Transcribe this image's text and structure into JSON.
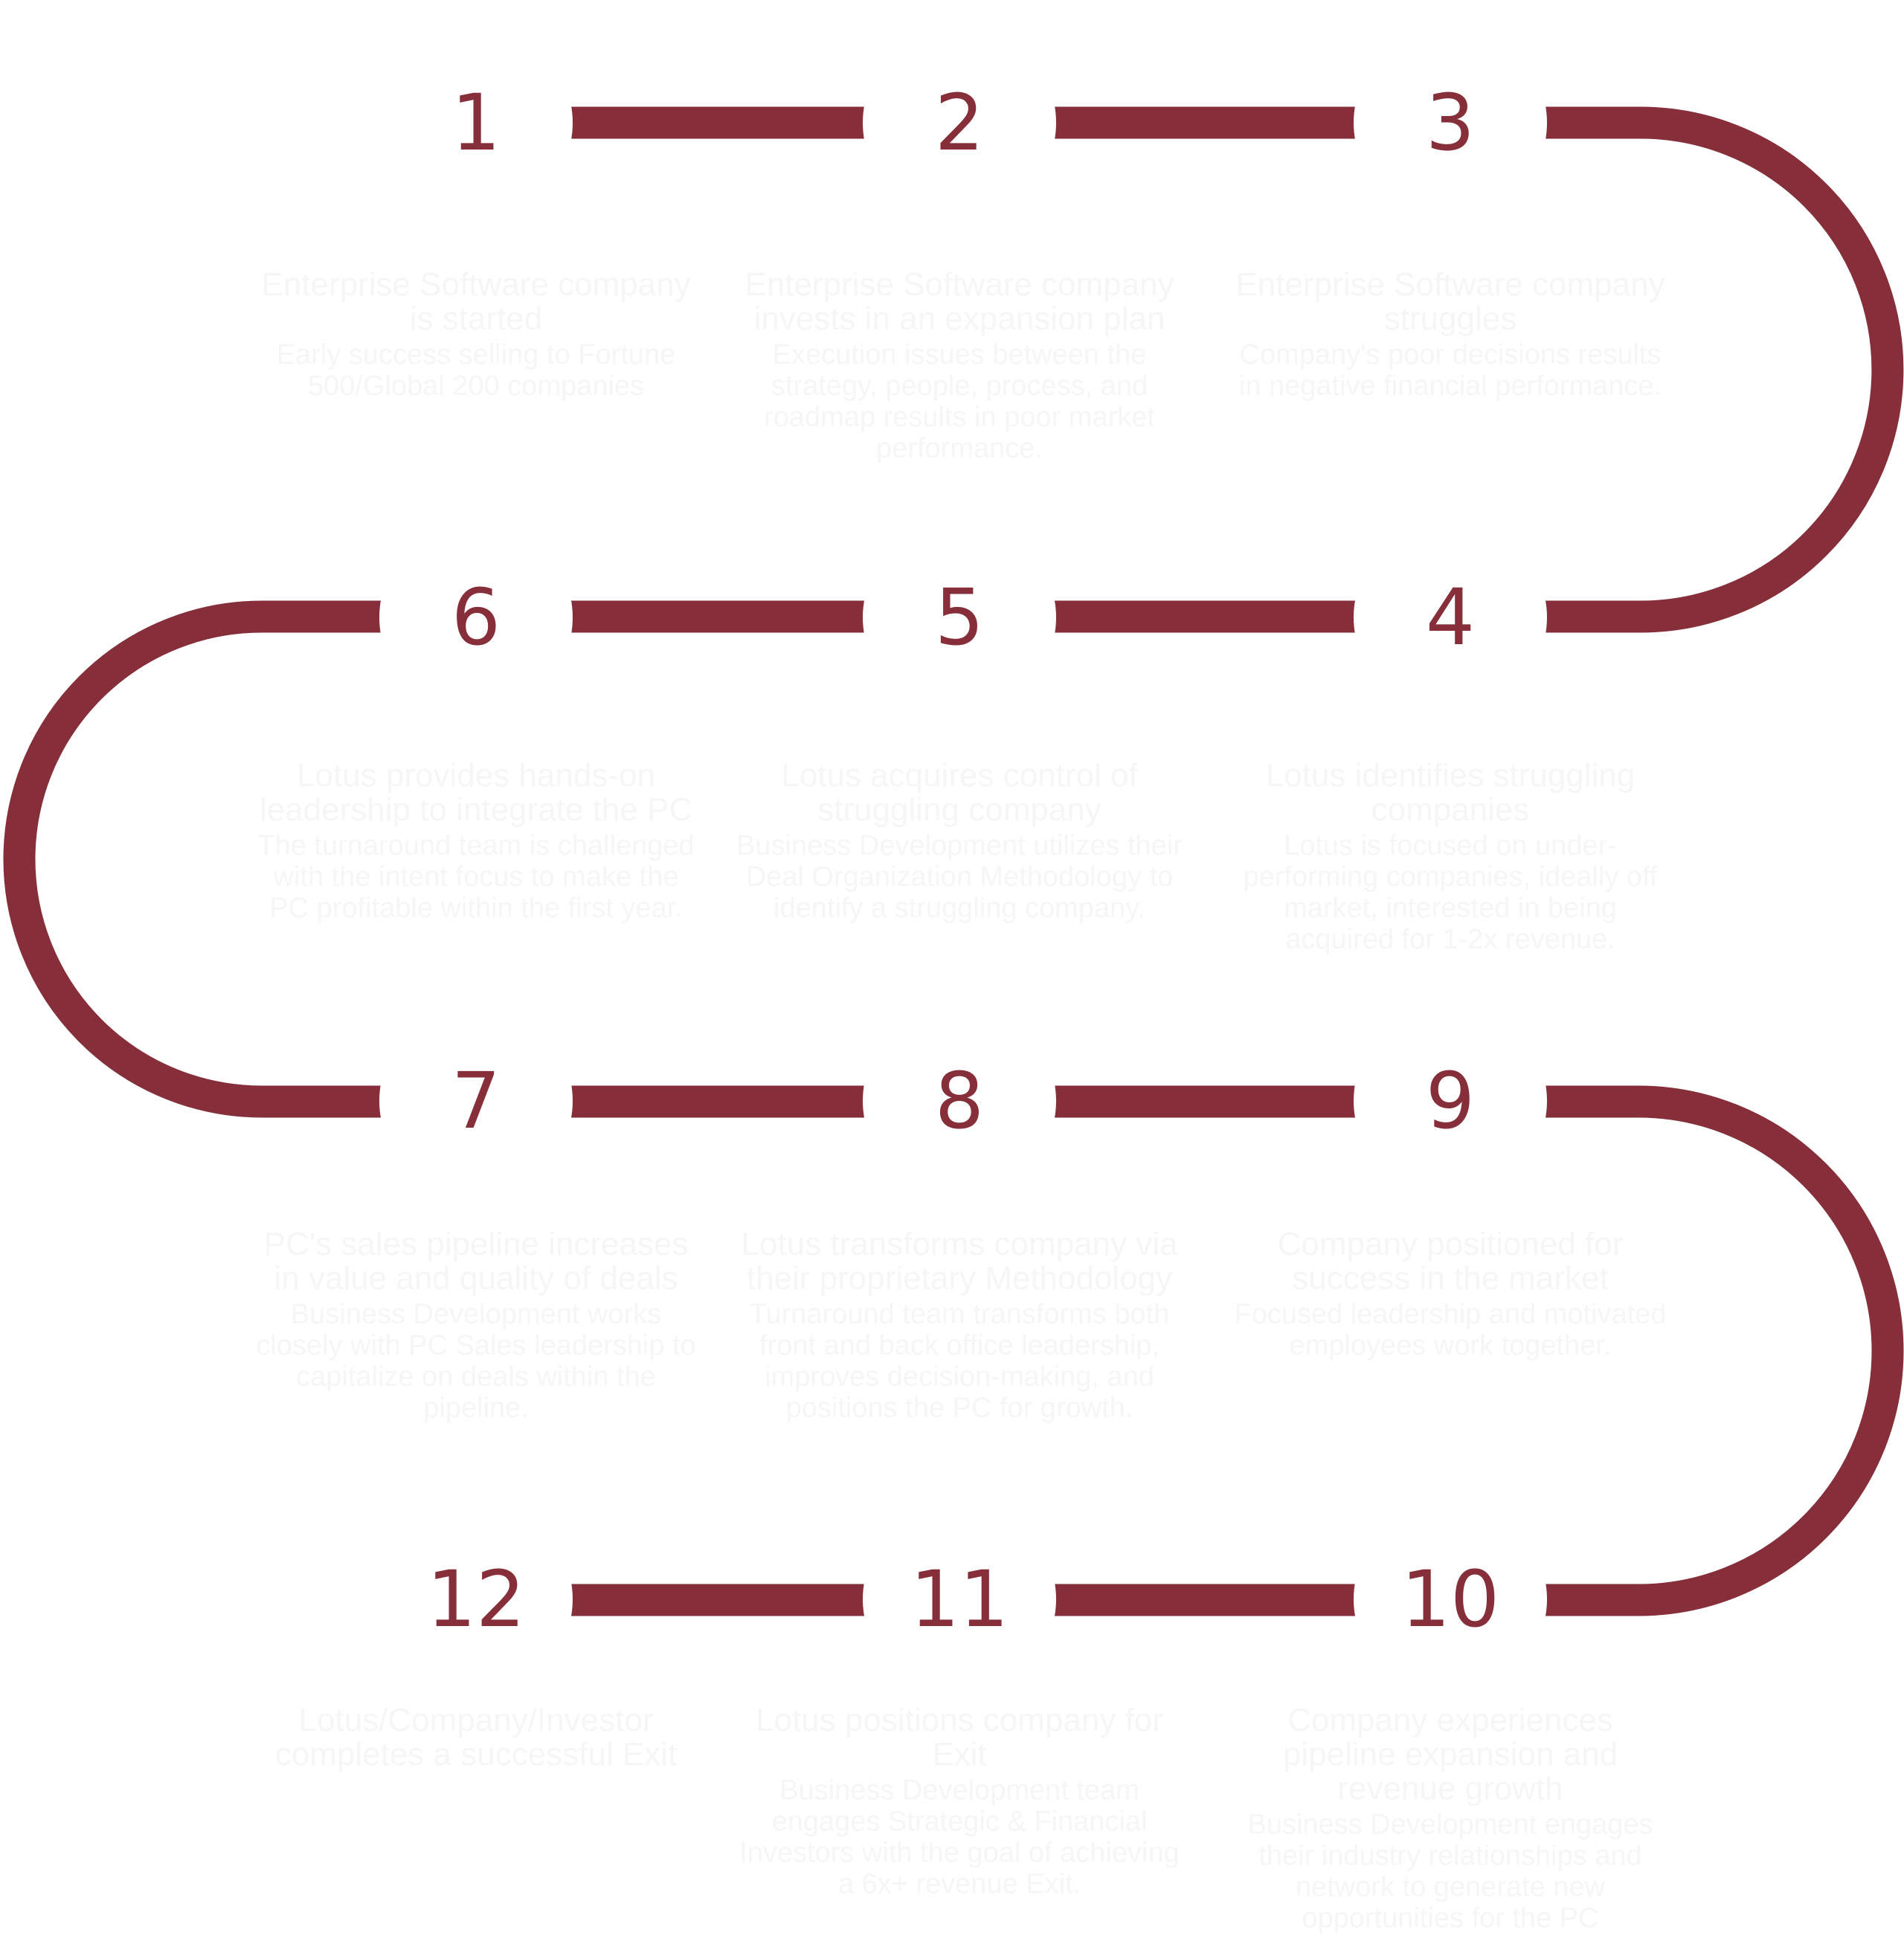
{
  "colors": {
    "path": "#862F3A",
    "text": "#f6f6f6",
    "circle": "#fefefe"
  },
  "steps": [
    {
      "number": "1",
      "title": "Enterprise Software company is started",
      "description": "Early success selling to Fortune 500/Global 200 companies"
    },
    {
      "number": "2",
      "title": "Enterprise Software company invests in an expansion plan",
      "description": "Execution issues between the strategy, people, process, and roadmap results in poor market performance."
    },
    {
      "number": "3",
      "title": "Enterprise Software company struggles",
      "description": "Company's poor decisions results in negative financial performance."
    },
    {
      "number": "4",
      "title": "Lotus identifies struggling companies",
      "description": "Lotus is focused on under-performing companies, ideally off market, interested in being acquired for 1-2x revenue."
    },
    {
      "number": "5",
      "title": "Lotus acquires control of struggling company",
      "description": "Business Development utilizes their Deal Organization Methodology to identify a struggling company."
    },
    {
      "number": "6",
      "title": "Lotus provides hands-on leadership to integrate the PC",
      "description": "The turnaround team is challenged with the intent focus to make the PC profitable within the first year."
    },
    {
      "number": "7",
      "title": "PC's sales pipeline increases in value and quality of deals",
      "description": "Business Development works closely with PC Sales leadership to capitalize on deals within the pipeline."
    },
    {
      "number": "8",
      "title": "Lotus transforms company via their proprietary Methodology",
      "description": "Turnaround team transforms both front and back office leadership, improves decision-making, and positions the PC for growth."
    },
    {
      "number": "9",
      "title": "Company positioned for success in the market",
      "description": "Focused leadership and motivated employees work together."
    },
    {
      "number": "10",
      "title": "Company experiences pipeline expansion and revenue growth",
      "description": "Business Development engages their industry relationships and network to generate new opportunities for the PC"
    },
    {
      "number": "11",
      "title": "Lotus positions company for Exit",
      "description": "Business Development team engages Strategic & Financial Investors with the goal of achieving a 6x+ revenue Exit."
    },
    {
      "number": "12",
      "title": "Lotus/Company/Investor completes a successful Exit",
      "description": ""
    }
  ]
}
